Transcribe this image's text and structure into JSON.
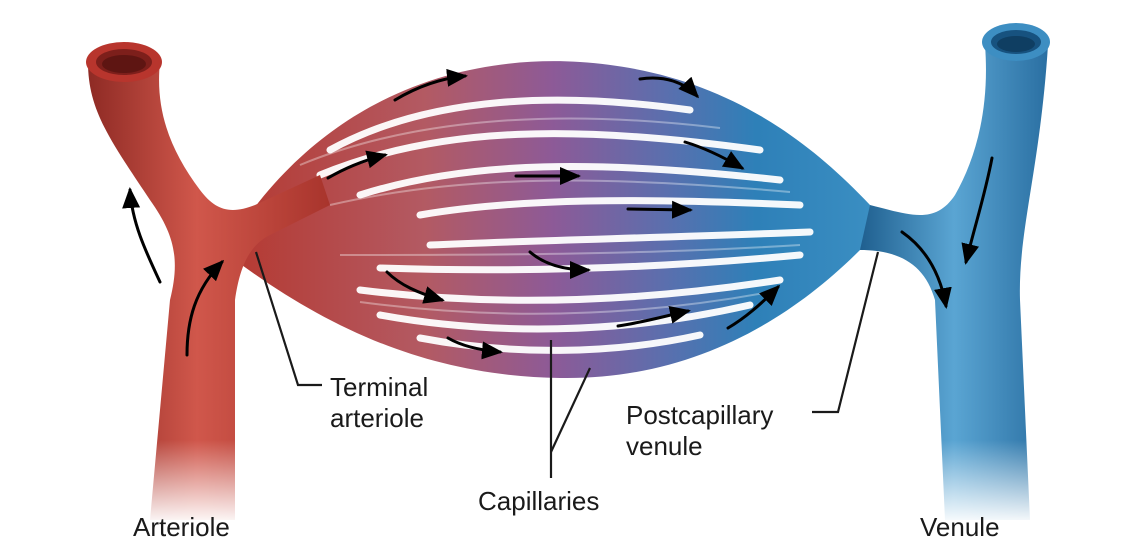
{
  "labels": {
    "arteriole": "Arteriole",
    "venule": "Venule",
    "capillaries": "Capillaries",
    "terminal_arteriole": [
      "Terminal",
      "arteriole"
    ],
    "postcapillary_venule": [
      "Postcapillary",
      "venule"
    ]
  },
  "colors": {
    "arterial_red": "#c0392b",
    "venous_blue": "#2f7fb5",
    "capillary_purple": "#8a5a9a",
    "arrow": "#000000"
  }
}
